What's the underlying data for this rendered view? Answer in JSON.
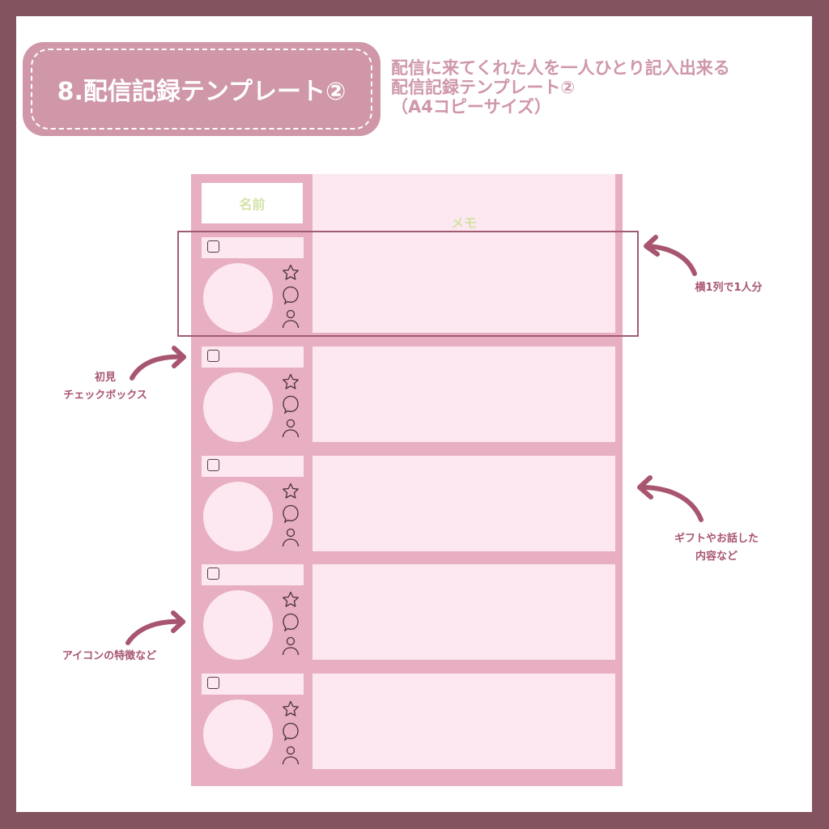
{
  "header": {
    "title": "8.配信記録テンプレート②",
    "subtitle_lines": [
      "配信に来てくれた人を一人ひとり記入出来る",
      "配信記録テンプレート②",
      "（A4コピーサイズ）"
    ]
  },
  "sheet": {
    "columns": {
      "name": "名前",
      "memo": "メモ"
    },
    "rows": [
      {
        "first_visit_checked": false,
        "icons": [
          "star-icon",
          "speech-bubble-icon",
          "person-icon"
        ],
        "memo": ""
      },
      {
        "first_visit_checked": false,
        "icons": [
          "star-icon",
          "speech-bubble-icon",
          "person-icon"
        ],
        "memo": ""
      },
      {
        "first_visit_checked": false,
        "icons": [
          "star-icon",
          "speech-bubble-icon",
          "person-icon"
        ],
        "memo": ""
      },
      {
        "first_visit_checked": false,
        "icons": [
          "star-icon",
          "speech-bubble-icon",
          "person-icon"
        ],
        "memo": ""
      },
      {
        "first_visit_checked": false,
        "icons": [
          "star-icon",
          "speech-bubble-icon",
          "person-icon"
        ],
        "memo": ""
      }
    ]
  },
  "annotations": {
    "one_row_per_person": "横1列で1人分",
    "first_visit_checkbox": "初見\nチェックボックス",
    "gift_and_talk": "ギフトやお話した\n内容など",
    "icon_features": "アイコンの特徴など"
  },
  "colors": {
    "frame": "#83535f",
    "title_pill": "#cf97a8",
    "sheet": "#e7afc1",
    "cell": "#fde7f0",
    "header_text": "#d4e2a6",
    "annotation": "#a8566f"
  }
}
